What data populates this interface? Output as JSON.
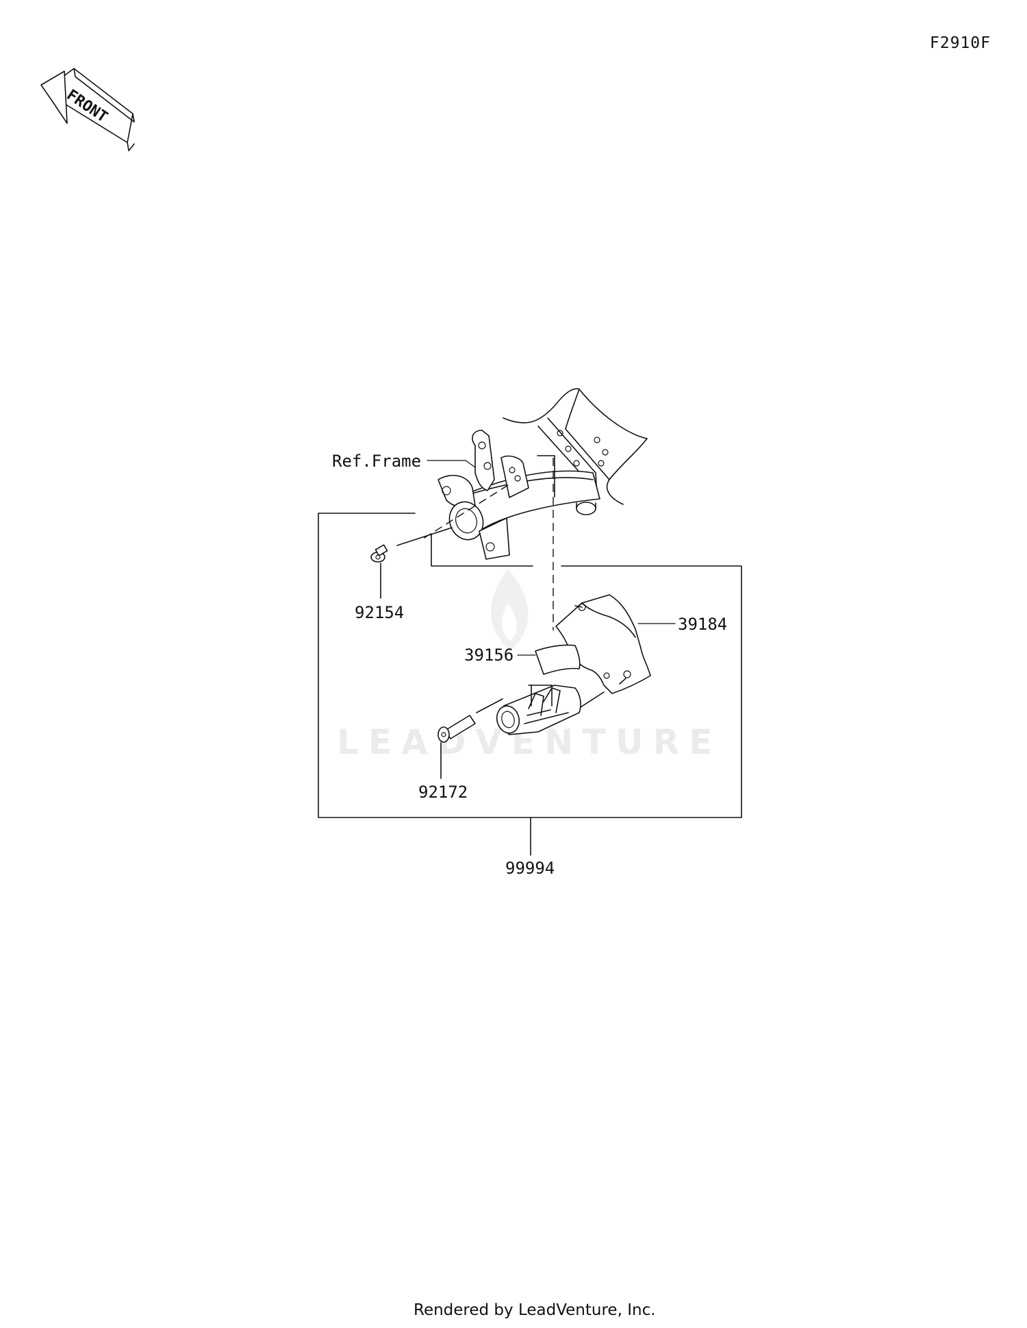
{
  "figure_code": "F2910F",
  "front_label": "FRONT",
  "watermark": "LEADVENTURE",
  "footer": "Rendered by LeadVenture, Inc.",
  "callouts": {
    "ref_frame": "Ref.Frame",
    "p92154": "92154",
    "p39184": "39184",
    "p39156": "39156",
    "p92172": "92172",
    "p99994": "99994"
  }
}
